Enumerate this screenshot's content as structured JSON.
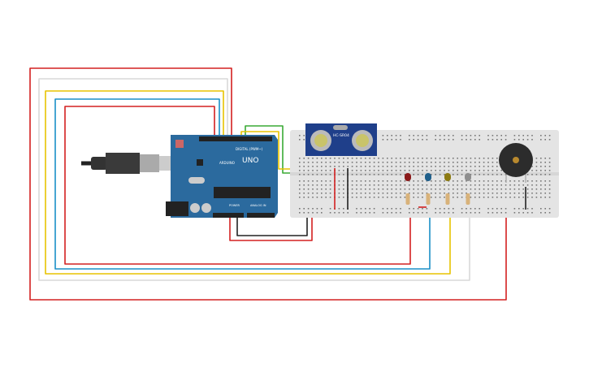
{
  "arduino": {
    "brand": "ARDUINO",
    "model": "UNO",
    "digital_label": "DIGITAL (PWM~)",
    "power_label": "POWER",
    "analog_label": "ANALOG IN",
    "board_color": "#2b6a9e"
  },
  "sensor": {
    "model": "HC-SR04",
    "color": "#1f3f8a"
  },
  "leds": [
    {
      "color": "#8b1a1a"
    },
    {
      "color": "#1f5f8b"
    },
    {
      "color": "#8c7a12"
    },
    {
      "color": "#8e8e8e"
    }
  ],
  "wire_colors": {
    "red": "#d32020",
    "yellow": "#e8c300",
    "blue": "#1a8fc7",
    "gray": "#d9d9d9",
    "green": "#3aaa35",
    "black": "#222222"
  }
}
